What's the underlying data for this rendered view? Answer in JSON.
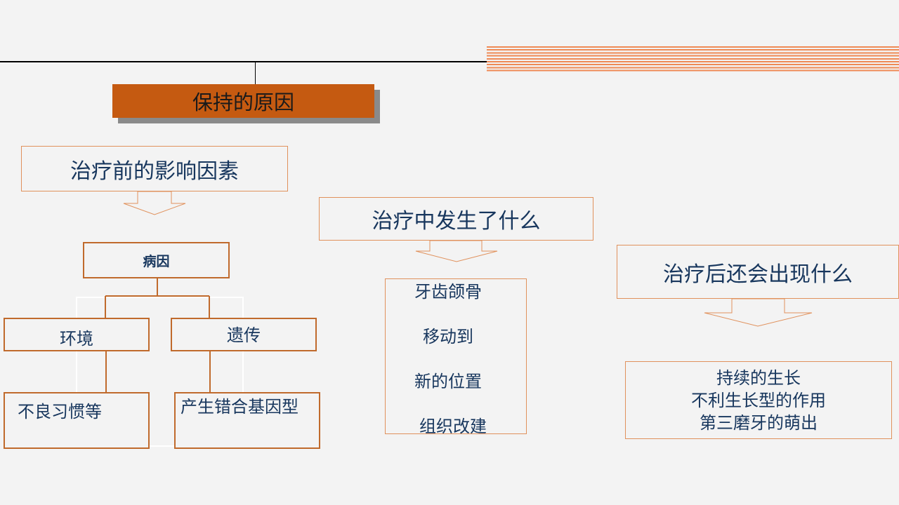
{
  "title": "保持的原因",
  "pretreatment": {
    "heading": "治疗前的影响因素",
    "cause": "病因",
    "env": "环境",
    "genetic": "遗传",
    "habits": "不良习惯等",
    "genotype": "产生错合基因型"
  },
  "during": {
    "heading": "治疗中发生了什么",
    "lines": [
      "牙齿颌骨",
      "移动到",
      "新的位置",
      "组织改建"
    ]
  },
  "after": {
    "heading": "治疗后还会出现什么",
    "lines": [
      "持续的生长",
      "不利生长型的作用",
      "第三磨牙的萌出"
    ]
  },
  "colors": {
    "accent": "#c55a11",
    "box_border": "#e0915c",
    "text": "#17365d",
    "stripes": "#ef8a55"
  }
}
